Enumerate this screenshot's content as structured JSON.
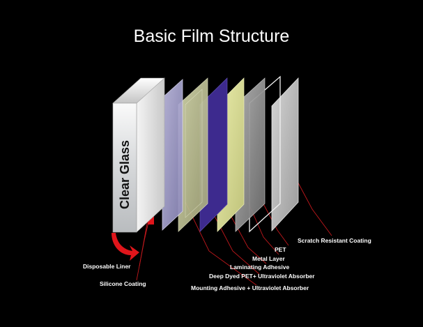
{
  "title": "Basic Film Structure",
  "glass_label": "Clear Glass",
  "labels": {
    "disposable_liner": "Disposable Liner",
    "silicone_coating": "Silicone Coating",
    "scratch_resistant": "Scratch Resistant Coating",
    "pet": "PET",
    "metal_layer": "Metal Layer",
    "laminating_adhesive": "Laminating Adhesive",
    "deep_dyed_pet": "Deep Dyed PET+ Ultraviolet Absorber",
    "mounting_adhesive": "Mounting Adhesive + Ultraviolet Absorber"
  },
  "colors": {
    "background": "#000000",
    "leader_line": "#c0181c",
    "arrow": "#e0151b",
    "liner_layer": "#a9a6d4",
    "adhesive_layer": "#c9cc9d",
    "dyed_pet_layer": "#3d2a8e",
    "laminating_layer": "#d9dd92",
    "metal_layer": "#9a9a9a",
    "pet_layer": "#f2f2f2",
    "scratch_layer": "#b8b8b8"
  }
}
